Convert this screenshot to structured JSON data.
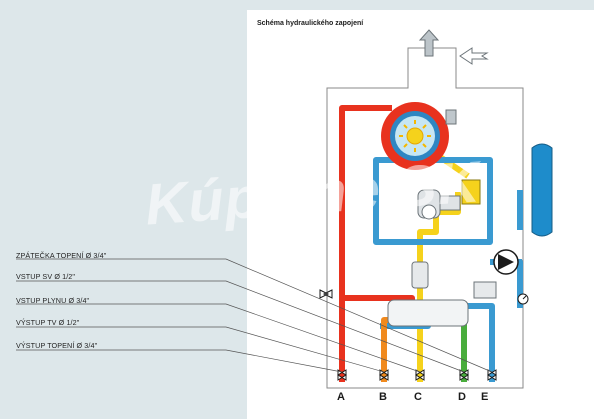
{
  "title": "Schéma hydraulického zapojení",
  "callouts": [
    "ZPÁTEČKA TOPENÍ Ø 3/4\"",
    "VSTUP SV Ø 1/2\"",
    "VSTUP PLYNU Ø 3/4\"",
    "VÝSTUP TV Ø 1/2\"",
    "VÝSTUP TOPENÍ Ø 3/4\""
  ],
  "connections": [
    "A",
    "B",
    "C",
    "D",
    "E"
  ],
  "watermark": "Kúpelne SK",
  "colors": {
    "heating_flow": "#e8321e",
    "heating_return": "#3a9ad1",
    "gas": "#f5d21c",
    "hot_water": "#f08a1e",
    "cold_water": "#49ad3c",
    "panel": "#dde7ea"
  }
}
